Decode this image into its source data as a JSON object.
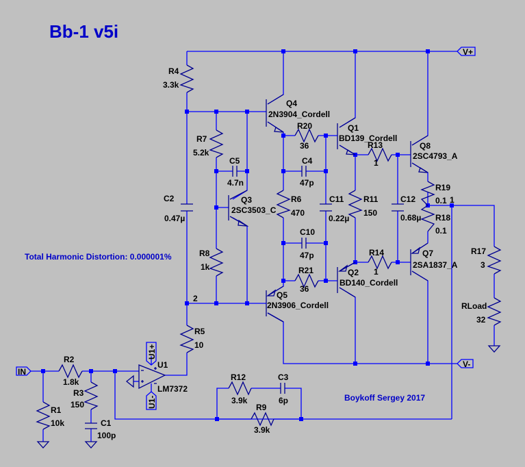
{
  "title": "Bb-1 v5i",
  "notes": {
    "thd": "Total Harmonic Distortion: 0.000001%",
    "author": "Boykoff Sergey 2017"
  },
  "ports": {
    "vplus": "V+",
    "vminus": "V-",
    "input": "IN",
    "u1plus": "U1+",
    "u1minus": "U1-"
  },
  "nodes": {
    "n1": "1",
    "n2": "2"
  },
  "components": {
    "R1": {
      "name": "R1",
      "value": "10k"
    },
    "R2": {
      "name": "R2",
      "value": "1.8k"
    },
    "R3": {
      "name": "R3",
      "value": "150"
    },
    "R4": {
      "name": "R4",
      "value": "3.3k"
    },
    "R5": {
      "name": "R5",
      "value": "10"
    },
    "R6": {
      "name": "R6",
      "value": "470"
    },
    "R7": {
      "name": "R7",
      "value": "5.2k"
    },
    "R8": {
      "name": "R8",
      "value": "1k"
    },
    "R9": {
      "name": "R9",
      "value": "3.9k"
    },
    "R11": {
      "name": "R11",
      "value": "150"
    },
    "R12": {
      "name": "R12",
      "value": "3.9k"
    },
    "R13": {
      "name": "R13",
      "value": "1"
    },
    "R14": {
      "name": "R14",
      "value": "1"
    },
    "R17": {
      "name": "R17",
      "value": "3"
    },
    "R18": {
      "name": "R18",
      "value": "0.1"
    },
    "R19": {
      "name": "R19",
      "value": "0.1"
    },
    "R20": {
      "name": "R20",
      "value": "36"
    },
    "R21": {
      "name": "R21",
      "value": "36"
    },
    "RLoad": {
      "name": "RLoad",
      "value": "32"
    },
    "C1": {
      "name": "C1",
      "value": "100p"
    },
    "C2": {
      "name": "C2",
      "value": "0.47µ"
    },
    "C3": {
      "name": "C3",
      "value": "6p"
    },
    "C4": {
      "name": "C4",
      "value": "47p"
    },
    "C5": {
      "name": "C5",
      "value": "4.7n"
    },
    "C10": {
      "name": "C10",
      "value": "47p"
    },
    "C11": {
      "name": "C11",
      "value": "0.22µ"
    },
    "C12": {
      "name": "C12",
      "value": "0.68µ"
    },
    "Q1": {
      "name": "Q1",
      "value": "BD139_Cordell"
    },
    "Q2": {
      "name": "Q2",
      "value": "BD140_Cordell"
    },
    "Q3": {
      "name": "Q3",
      "value": "2SC3503_C"
    },
    "Q4": {
      "name": "Q4",
      "value": "2N3904_Cordell"
    },
    "Q5": {
      "name": "Q5",
      "value": "2N3906_Cordell"
    },
    "Q7": {
      "name": "Q7",
      "value": "2SA1837_A"
    },
    "Q8": {
      "name": "Q8",
      "value": "2SC4793_A"
    },
    "U1": {
      "name": "U1",
      "value": "LM7372"
    }
  }
}
